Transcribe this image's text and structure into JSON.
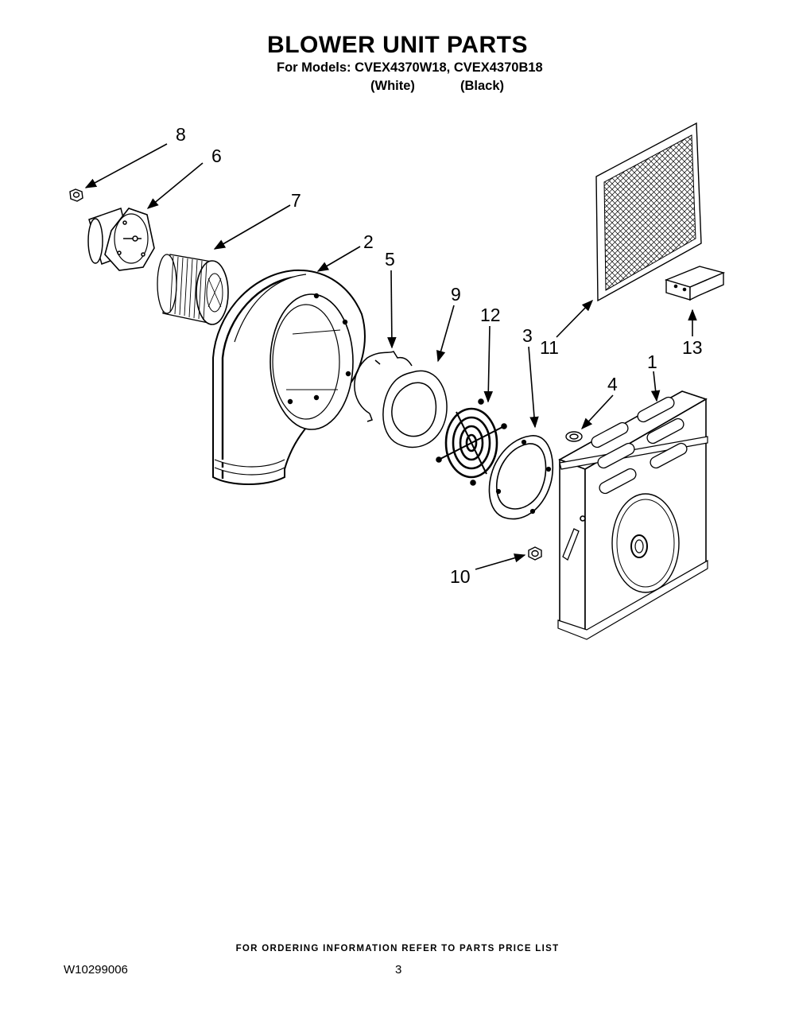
{
  "header": {
    "title": "BLOWER UNIT PARTS",
    "models_line": "For Models: CVEX4370W18, CVEX4370B18",
    "variant_white": "(White)",
    "variant_black": "(Black)"
  },
  "callouts": {
    "p1": "1",
    "p2": "2",
    "p3": "3",
    "p4": "4",
    "p5": "5",
    "p6": "6",
    "p7": "7",
    "p8": "8",
    "p9": "9",
    "p10": "10",
    "p11": "11",
    "p12": "12",
    "p13": "13"
  },
  "footer": {
    "ordering_note": "FOR ORDERING INFORMATION REFER TO PARTS PRICE LIST",
    "doc_number": "W10299006",
    "page_number": "3"
  }
}
